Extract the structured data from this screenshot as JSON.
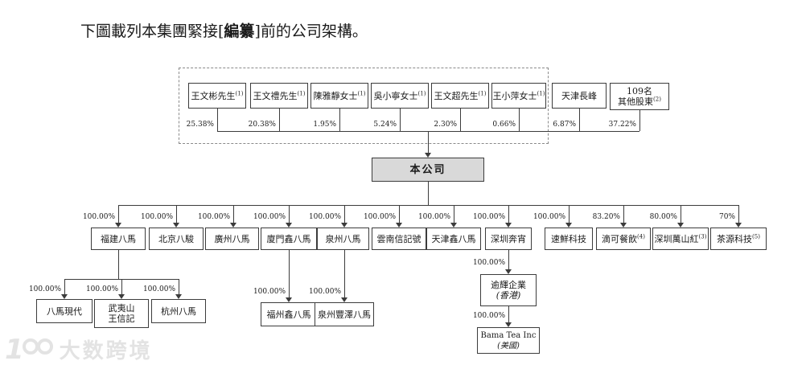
{
  "title": {
    "prefix": "下圖載列本集團緊接[",
    "emphasis": "編纂",
    "suffix": "]前的公司架構。"
  },
  "company": {
    "name": "本公司"
  },
  "shareholders": [
    {
      "name": "王文彬先生",
      "sup": "(1)",
      "pct": "25.38%"
    },
    {
      "name": "王文禮先生",
      "sup": "(1)",
      "pct": "20.38%"
    },
    {
      "name": "陳雅靜女士",
      "sup": "(1)",
      "pct": "1.95%"
    },
    {
      "name": "吳小寧女士",
      "sup": "(1)",
      "pct": "5.24%"
    },
    {
      "name": "王文超先生",
      "sup": "(1)",
      "pct": "2.30%"
    },
    {
      "name": "王小萍女士",
      "sup": "(1)",
      "pct": "0.66%"
    },
    {
      "name": "天津長峰",
      "sup": "",
      "pct": "6.87%"
    },
    {
      "name": "109名",
      "name2": "其他股東",
      "sup": "(2)",
      "pct": "37.22%"
    }
  ],
  "subsidiaries": [
    {
      "name": "福建八馬",
      "pct": "100.00%"
    },
    {
      "name": "北京八駿",
      "pct": "100.00%"
    },
    {
      "name": "廣州八馬",
      "pct": "100.00%"
    },
    {
      "name": "廈門鑫八馬",
      "pct": "100.00%"
    },
    {
      "name": "泉州八馬",
      "pct": "100.00%"
    },
    {
      "name": "雲南信記號",
      "pct": "100.00%"
    },
    {
      "name": "天津鑫八馬",
      "pct": "100.00%"
    },
    {
      "name": "深圳奔宵",
      "pct": "100.00%"
    },
    {
      "name": "速鮮科技",
      "pct": "100.00%"
    },
    {
      "name": "滴可餐飲",
      "sup": "(4)",
      "pct": "83.20%"
    },
    {
      "name": "深圳萬山紅",
      "sup": "(3)",
      "pct": "80.00%"
    },
    {
      "name": "茶源科技",
      "sup": "(5)",
      "pct": "70%"
    }
  ],
  "level3": {
    "fujian_children": [
      {
        "name": "八馬現代",
        "pct": "100.00%"
      },
      {
        "name": "武夷山",
        "name2": "王信記",
        "pct": "100.00%"
      },
      {
        "name": "杭州八馬",
        "pct": "100.00%"
      }
    ],
    "xiamen_child": {
      "name": "福州鑫八馬",
      "pct": "100.00%"
    },
    "quanzhou_child": {
      "name": "泉州豐澤八馬",
      "pct": "100.00%"
    },
    "shenzhen_child": {
      "name": "逾輝企業",
      "name2": "(香港)",
      "pct": "100.00%"
    },
    "hk_child": {
      "name": "Bama Tea Inc",
      "name2": "(美國)",
      "pct": "100.00%"
    }
  },
  "watermark": {
    "text": "大数跨境"
  },
  "colors": {
    "background": "#ffffff",
    "text_color": "#1a1a1a",
    "line_color": "#3c3c3c",
    "box_border": "#3c3c3c",
    "company_fill": "#d9d9d9",
    "watermark_color": "#e3e3e3"
  }
}
